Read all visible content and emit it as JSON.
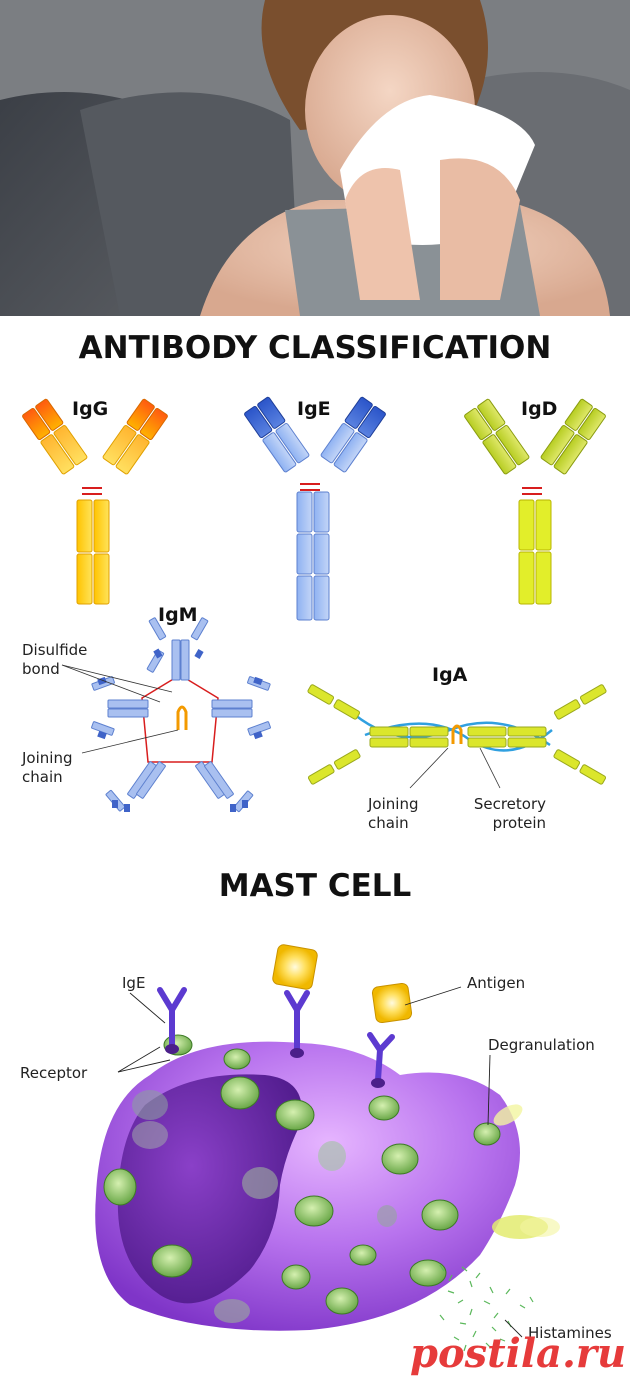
{
  "sections": {
    "antibody_title": "ANTIBODY CLASSIFICATION",
    "mast_title": "MAST CELL"
  },
  "antibodies": {
    "igg": "IgG",
    "ige": "IgE",
    "igd": "IgD",
    "igm": "IgM",
    "iga": "IgA"
  },
  "labels": {
    "disulfide_bond": "Disulfide bond",
    "joining_chain_igm": "Joining chain",
    "joining_chain_iga": "Joining chain",
    "secretory_protein": "Secretory protein"
  },
  "mast_labels": {
    "ige": "IgE",
    "antigen": "Antigen",
    "receptor": "Receptor",
    "degranulation": "Degranulation",
    "histamines": "Histamines"
  },
  "colors": {
    "igg": "#f7b500",
    "ige": "#7fa5e8",
    "igd": "#c6d626",
    "iga": "#c6d626",
    "mast_cell": "#a45fe0",
    "nucleus": "#6e2aa8",
    "granule": "#8fc462",
    "watermark": "#e63b3b"
  },
  "watermark": "postila.ru"
}
